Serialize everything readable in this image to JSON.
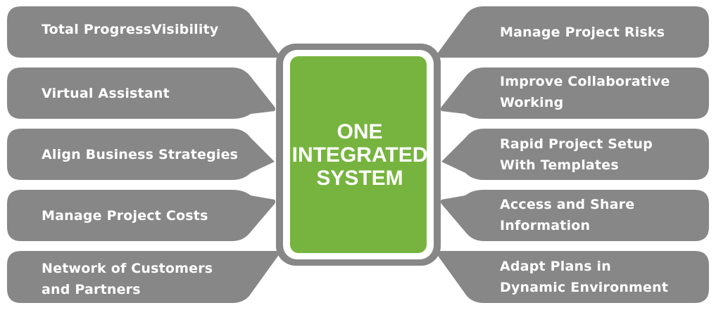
{
  "center": {
    "lines": [
      "ONE",
      "INTEGRATED",
      "SYSTEM"
    ]
  },
  "left_items": [
    {
      "lines": [
        "Total ProgressVisibility"
      ]
    },
    {
      "lines": [
        "Virtual Assistant"
      ]
    },
    {
      "lines": [
        "Align Business Strategies"
      ]
    },
    {
      "lines": [
        "Manage Project Costs"
      ]
    },
    {
      "lines": [
        "Network of Customers",
        "and Partners"
      ]
    }
  ],
  "right_items": [
    {
      "lines": [
        "Manage Project Risks"
      ]
    },
    {
      "lines": [
        "Improve Collaborative",
        "Working"
      ]
    },
    {
      "lines": [
        "Rapid Project Setup",
        "With Templates"
      ]
    },
    {
      "lines": [
        "Access and Share",
        "Information"
      ]
    },
    {
      "lines": [
        "Adapt Plans in",
        "Dynamic Environment"
      ]
    }
  ],
  "colors": {
    "tab": "#878787",
    "core": "#77b43f",
    "text": "#ffffff"
  }
}
